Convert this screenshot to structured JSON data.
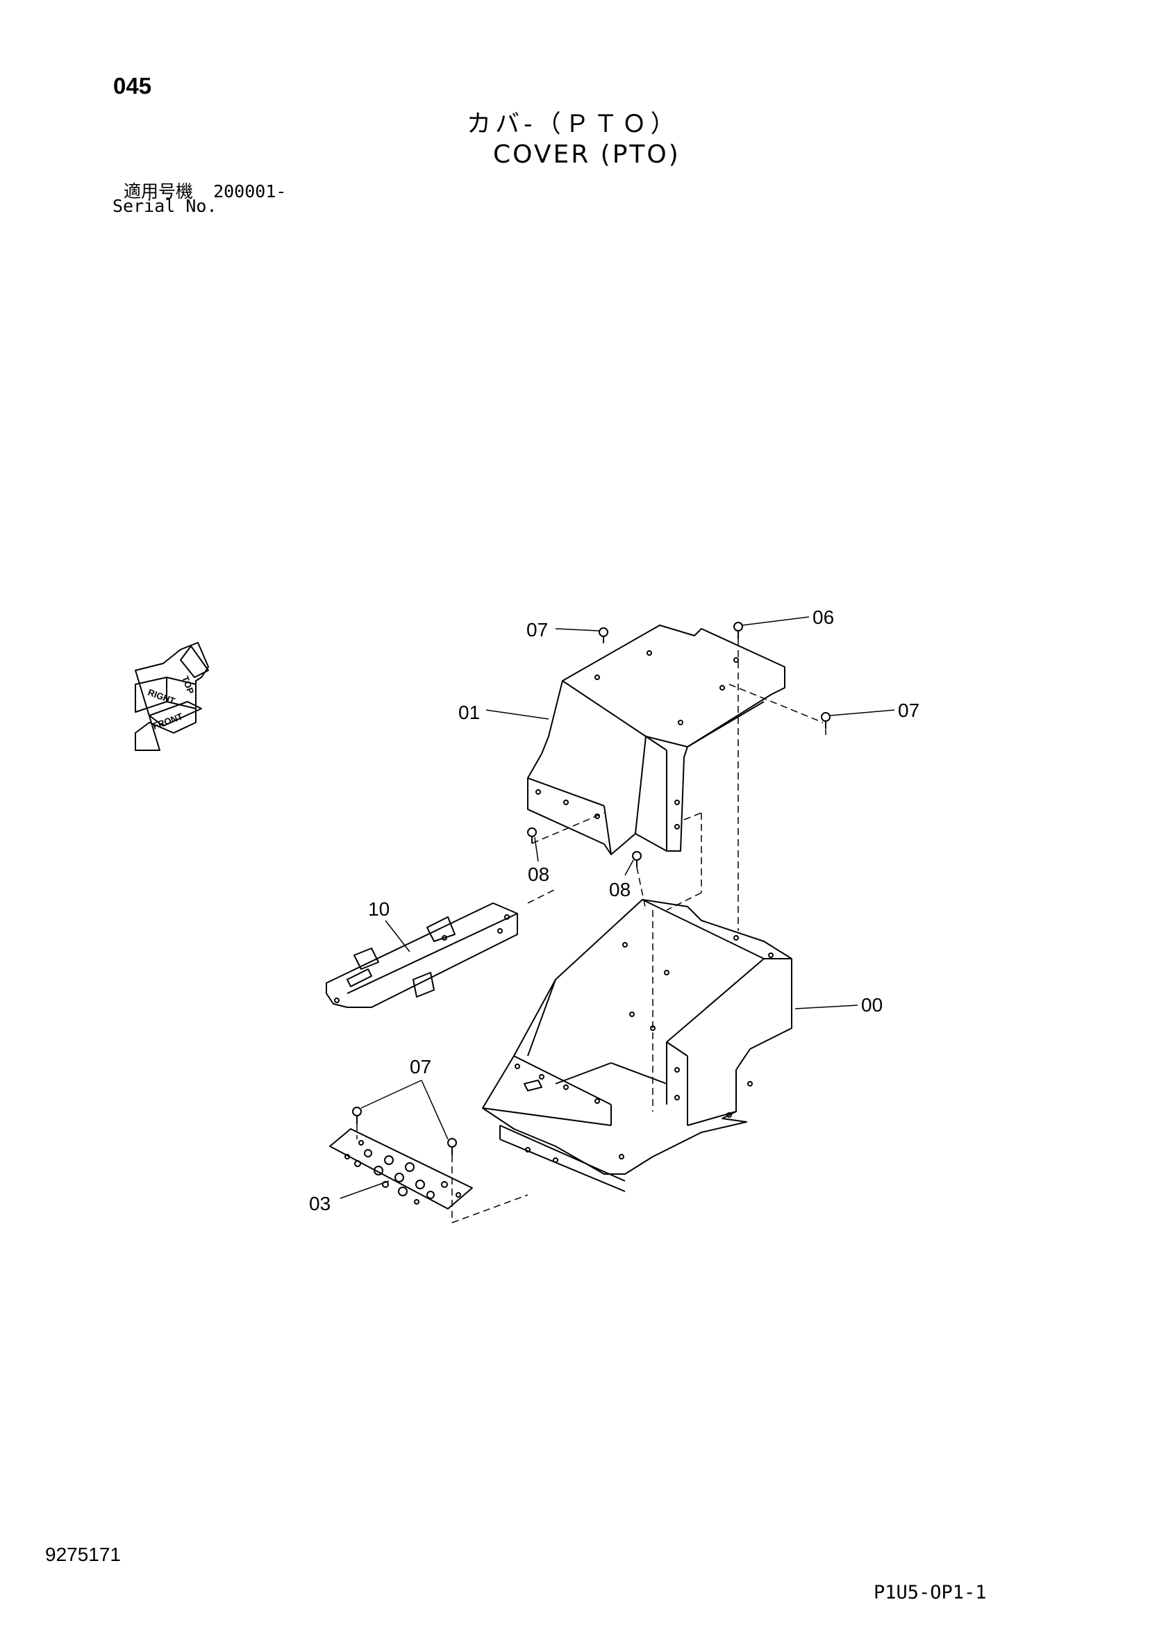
{
  "header": {
    "page_number": "045",
    "title_ja": "カバ-（ＰＴＯ）",
    "title_en": "COVER (PTO)",
    "serial_label_ja": "適用号機",
    "serial_value": "200001-",
    "serial_label_en": "Serial No."
  },
  "orientation_icon": {
    "labels": [
      "TOP",
      "RIGHT",
      "FRONT"
    ]
  },
  "callouts": {
    "c07_top": "07",
    "c06": "06",
    "c07_right": "07",
    "c01": "01",
    "c08_left": "08",
    "c08_right": "08",
    "c10": "10",
    "c00": "00",
    "c07_bottom": "07",
    "c03": "03"
  },
  "footer": {
    "document_number": "9275171",
    "sheet_code": "P1U5-OP1-1"
  }
}
